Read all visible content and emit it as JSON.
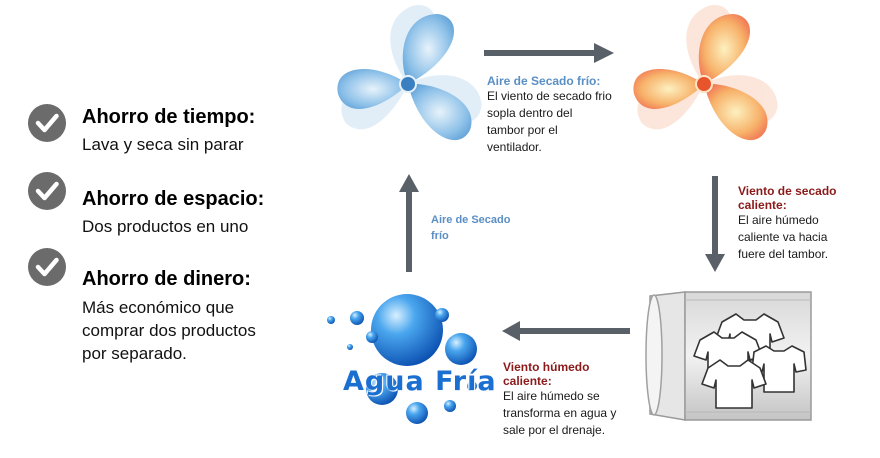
{
  "benefits": [
    {
      "title": "Ahorro de tiempo:",
      "desc": "Lava y seca sin parar"
    },
    {
      "title": "Ahorro de espacio:",
      "desc": "Dos productos en uno"
    },
    {
      "title": "Ahorro de dinero:",
      "desc": [
        "Más económico que",
        "comprar dos productos",
        "por separado."
      ]
    }
  ],
  "captions": {
    "cold_air": {
      "title": "Aire de Secado frío:",
      "body": [
        "El viento de secado frio",
        "sopla dentro del",
        "tambor por el",
        "ventilador."
      ]
    },
    "hot_wind": {
      "title": [
        "Viento de secado",
        "caliente:"
      ],
      "body": [
        "El aire húmedo",
        "caliente va hacia",
        "fuere del tambor."
      ]
    },
    "humid_wind": {
      "title": [
        "Viento húmedo",
        "caliente:"
      ],
      "body": [
        "El aire húmedo se",
        "transforma en agua y",
        "sale por el drenaje."
      ]
    },
    "cold_air_up": [
      "Aire de Secado",
      "frío"
    ]
  },
  "water_logo": "Agua Fría",
  "colors": {
    "check": "#6b6b6b",
    "arrow": "#5a6068",
    "blue_caption": "#5a8fc4",
    "red_caption": "#8b1a1a",
    "water": "#1a6fd0"
  }
}
